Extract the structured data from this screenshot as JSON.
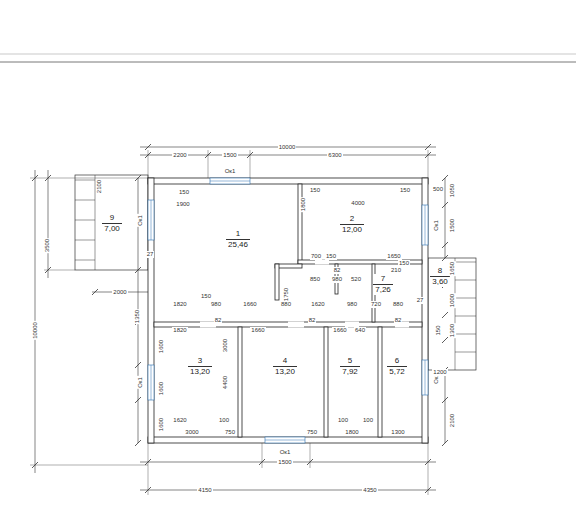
{
  "diagram": {
    "nodes": [
      {
        "text": [
          "1",
          "25,46"
        ]
      },
      {
        "text": [
          "2",
          "12,00"
        ]
      },
      {
        "text": [
          "7",
          "7,26"
        ]
      },
      {
        "text": [
          "8",
          "3,60"
        ]
      },
      {
        "text": [
          "9",
          "7,00"
        ]
      },
      {
        "text": [
          "3",
          "13,20"
        ]
      },
      {
        "text": [
          "4",
          "13,20"
        ]
      },
      {
        "text": [
          "5",
          "7,92"
        ]
      },
      {
        "text": [
          "6",
          "5,72"
        ]
      }
    ],
    "labels": [
      "10000",
      "2200",
      "1500",
      "6300",
      "Ок1",
      "Ок1",
      "Ок1",
      "Ок1",
      "Ок2",
      "Ок1",
      "3500",
      "10000",
      "2100",
      "2000",
      "150",
      "1900",
      "1800",
      "150",
      "4000",
      "150",
      "500",
      "1050",
      "1500",
      "1650",
      "1000",
      "1300",
      "1200",
      "2100",
      "700",
      "150",
      "82",
      "850",
      "980",
      "520",
      "1650",
      "150",
      "210",
      "1820",
      "150",
      "980",
      "1660",
      "1750",
      "880",
      "1620",
      "980",
      "720",
      "880",
      "1820",
      "82",
      "1660",
      "82",
      "1660",
      "640",
      "82",
      "27",
      "27",
      "150",
      "1600",
      "1350",
      "1600",
      "1600",
      "3000",
      "4400",
      "1620",
      "3000",
      "100",
      "750",
      "750",
      "100",
      "100",
      "1800",
      "1300",
      "4150",
      "1500",
      "4350"
    ]
  }
}
